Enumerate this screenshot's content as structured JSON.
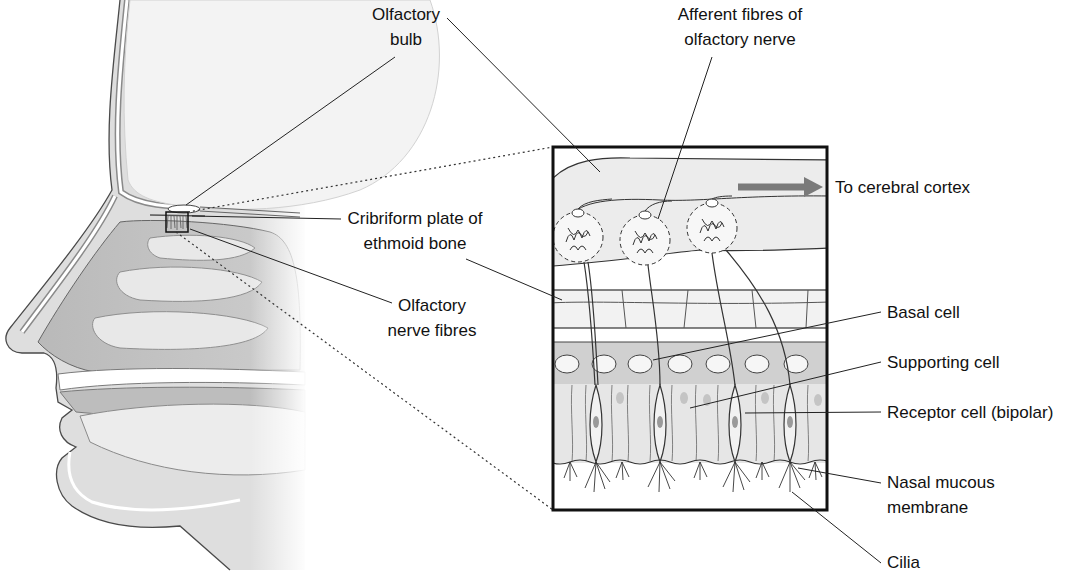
{
  "diagram": {
    "labels": [
      "Olfactory bulb",
      "Afferent fibres of olfactory nerve",
      "To cerebral cortex",
      "Cribriform plate of ethmoid bone",
      "Olfactory nerve fibres",
      "Basal cell",
      "Supporting cell",
      "Receptor cell (bipolar)",
      "Nasal mucous membrane",
      "Cilia"
    ]
  }
}
